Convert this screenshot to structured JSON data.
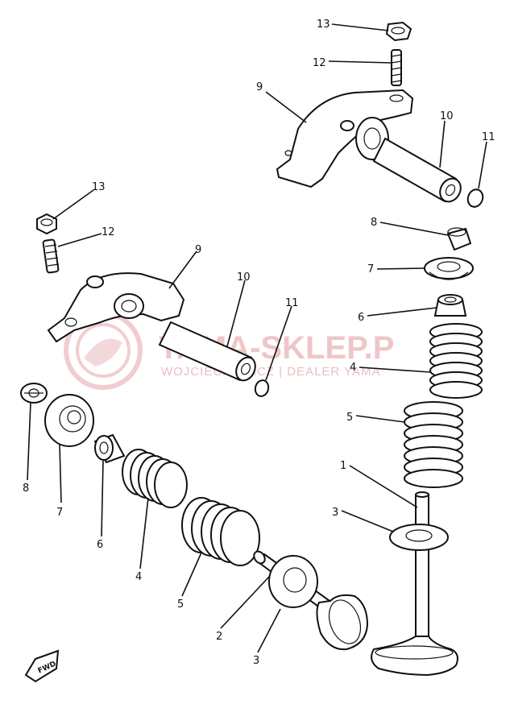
{
  "watermark": {
    "title": "YAMA-SKLEP.P",
    "subtitle": "WOJCIECH ... ICZ | DEALER YAMA"
  },
  "direction_marker": "FWD",
  "callouts": [
    {
      "id": "c13-top",
      "text": "13"
    },
    {
      "id": "c12-top",
      "text": "12"
    },
    {
      "id": "c9-top",
      "text": "9"
    },
    {
      "id": "c10-top",
      "text": "10"
    },
    {
      "id": "c11-top",
      "text": "11"
    },
    {
      "id": "c8-right",
      "text": "8"
    },
    {
      "id": "c7-right",
      "text": "7"
    },
    {
      "id": "c6-right",
      "text": "6"
    },
    {
      "id": "c4-right",
      "text": "4"
    },
    {
      "id": "c5-right",
      "text": "5"
    },
    {
      "id": "c1-right",
      "text": "1"
    },
    {
      "id": "c3-right",
      "text": "3"
    },
    {
      "id": "c13-left",
      "text": "13"
    },
    {
      "id": "c12-left",
      "text": "12"
    },
    {
      "id": "c9-left",
      "text": "9"
    },
    {
      "id": "c10-left",
      "text": "10"
    },
    {
      "id": "c11-left",
      "text": "11"
    },
    {
      "id": "c8-left",
      "text": "8"
    },
    {
      "id": "c7-left",
      "text": "7"
    },
    {
      "id": "c6-left",
      "text": "6"
    },
    {
      "id": "c4-left",
      "text": "4"
    },
    {
      "id": "c5-left",
      "text": "5"
    },
    {
      "id": "c2-left",
      "text": "2"
    },
    {
      "id": "c3-left",
      "text": "3"
    }
  ]
}
